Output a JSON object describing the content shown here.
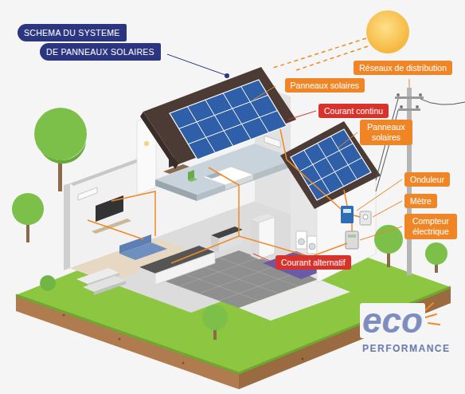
{
  "diagram": {
    "nodes": [
      {
        "text": [
          "SCHEMA DU SYSTEME"
        ]
      },
      {
        "text": [
          "DE PANNEAUX SOLAIRES"
        ]
      },
      {
        "text": [
          "Réseaux de distribution"
        ]
      },
      {
        "text": [
          "Panneaux solaires"
        ]
      },
      {
        "text": [
          "Courant continu"
        ]
      },
      {
        "text": [
          "Panneaux solaires"
        ]
      },
      {
        "text": [
          "Onduleur"
        ]
      },
      {
        "text": [
          "Mètre"
        ]
      },
      {
        "text": [
          "Compteur électrique"
        ]
      },
      {
        "text": [
          "Courant alternatif"
        ]
      }
    ],
    "labels": [
      "eco",
      "PERFORMANCE"
    ]
  }
}
